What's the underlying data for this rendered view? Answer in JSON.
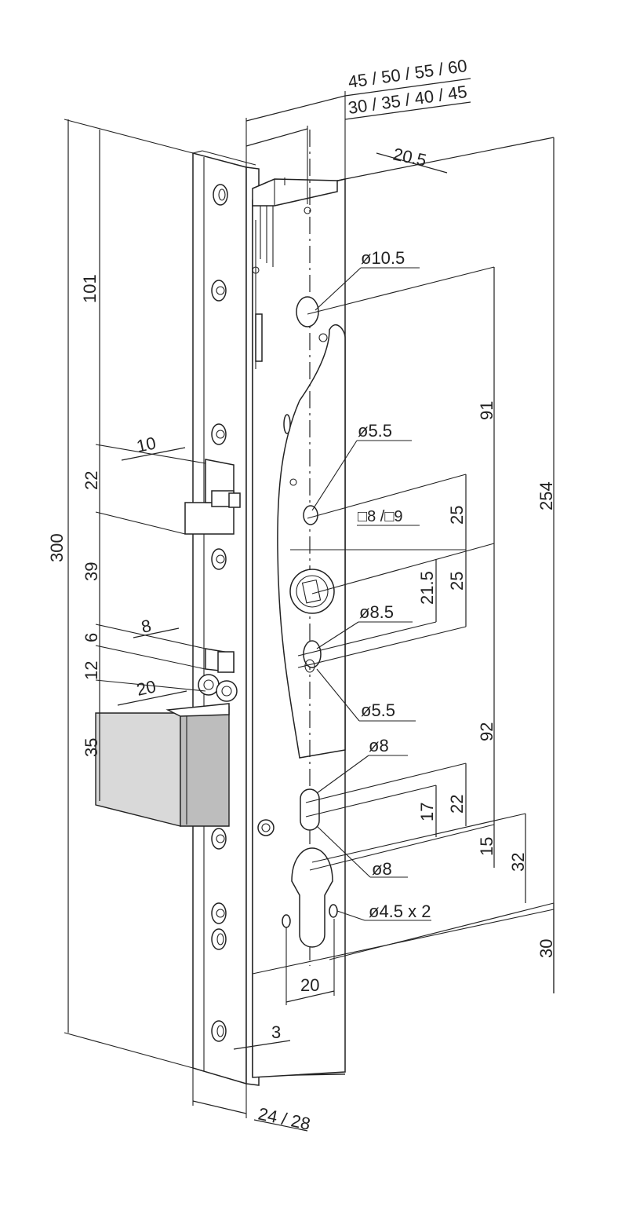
{
  "dimensions": {
    "backset_top": "45 / 50 / 55 / 60",
    "backset_bottom": "30 / 35 / 40 / 45",
    "latch_throw": "20.5",
    "hole_top": "ø10.5",
    "hole_small_1": "ø5.5",
    "spindle_square": "□8 /□9",
    "hole_mid": "ø8.5",
    "hole_small_2": "ø5.5",
    "hole_slot_top": "ø8",
    "hole_slot_bottom": "ø8",
    "screw_holes": "ø4.5 x 2",
    "cyl_width": "20",
    "faceplate_thickness": "3",
    "faceplate_width": "24 / 28",
    "d_101": "101",
    "d_10": "10",
    "d_22_left": "22",
    "d_300": "300",
    "d_39": "39",
    "d_8": "8",
    "d_6": "6",
    "d_12": "12",
    "d_20_bolt": "20",
    "d_35": "35",
    "d_91": "91",
    "d_25_top": "25",
    "d_21_5": "21.5",
    "d_25_mid": "25",
    "d_92": "92",
    "d_22_right": "22",
    "d_17": "17",
    "d_15": "15",
    "d_32": "32",
    "d_254": "254",
    "d_30": "30"
  }
}
